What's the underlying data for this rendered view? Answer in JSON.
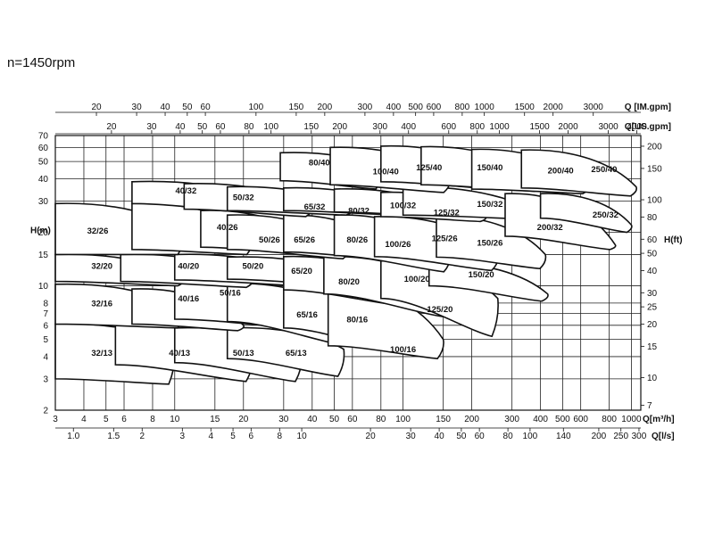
{
  "chart_data": {
    "type": "area",
    "title": "n=1450rpm",
    "left_axis_label": "H(m)",
    "right_axis_label": "H(ft)",
    "bottom_axis_label": "Q[m³/h]",
    "bottom2_axis_label": "Q[l/s]",
    "top_axis_label": "Q [IM.gpm]",
    "top2_axis_label": "Q[US.gpm]",
    "scale": "log-log",
    "xlim": [
      3,
      1100
    ],
    "ylim": [
      2,
      70
    ],
    "grid": true,
    "h_ticks": [
      2,
      3,
      4,
      5,
      6,
      7,
      8,
      10,
      15,
      20,
      30,
      40,
      50,
      60,
      70
    ],
    "q_m3h_ticks": [
      3,
      4,
      5,
      6,
      8,
      10,
      15,
      20,
      30,
      40,
      50,
      60,
      80,
      100,
      150,
      200,
      300,
      400,
      500,
      600,
      800,
      1000
    ],
    "q_ls_ticks": [
      1.0,
      1.5,
      2,
      3,
      4,
      5,
      6,
      8,
      10,
      20,
      30,
      40,
      50,
      60,
      80,
      100,
      140,
      200,
      250,
      300
    ],
    "q_im_gpm_ticks": [
      20,
      30,
      40,
      50,
      60,
      100,
      150,
      200,
      300,
      400,
      500,
      600,
      800,
      1000,
      1500,
      2000,
      3000
    ],
    "q_us_gpm_ticks": [
      20,
      30,
      40,
      50,
      60,
      80,
      100,
      150,
      200,
      300,
      400,
      600,
      800,
      1000,
      1500,
      2000,
      3000,
      4000
    ],
    "h_ft_ticks": [
      7,
      10,
      15,
      20,
      25,
      30,
      40,
      50,
      60,
      80,
      100,
      150,
      200
    ],
    "regions": [
      {
        "label": "32/13",
        "q": [
          3,
          10
        ],
        "h_top": [
          6.1,
          4.6
        ],
        "h_bot": [
          3.0,
          2.8
        ],
        "lq": 4.8,
        "lh": 4.2
      },
      {
        "label": "40/13",
        "q": [
          5.5,
          22
        ],
        "h_top": [
          6.0,
          4.3
        ],
        "h_bot": [
          3.6,
          2.9
        ],
        "lq": 10.5,
        "lh": 4.2
      },
      {
        "label": "50/13",
        "q": [
          10,
          36
        ],
        "h_top": [
          5.8,
          4.3
        ],
        "h_bot": [
          3.7,
          2.9
        ],
        "lq": 20,
        "lh": 4.2
      },
      {
        "label": "65/13",
        "q": [
          17,
          55
        ],
        "h_top": [
          5.8,
          4.4
        ],
        "h_bot": [
          3.9,
          3.1
        ],
        "lq": 34,
        "lh": 4.2
      },
      {
        "label": "32/16",
        "q": [
          3,
          11
        ],
        "h_top": [
          10.2,
          7.2
        ],
        "h_bot": [
          6.1,
          5.8
        ],
        "lq": 4.8,
        "lh": 8.0
      },
      {
        "label": "40/16",
        "q": [
          6.5,
          20
        ],
        "h_top": [
          9.6,
          6.0
        ],
        "h_bot": [
          6.1,
          5.6
        ],
        "lq": 11.5,
        "lh": 8.5
      },
      {
        "label": "50/16",
        "q": [
          10,
          36
        ],
        "h_top": [
          10.3,
          7.0
        ],
        "h_bot": [
          6.5,
          5.8
        ],
        "lq": 17.5,
        "lh": 9.2
      },
      {
        "label": "65/16",
        "q": [
          17,
          60
        ],
        "h_top": [
          10.3,
          6.7
        ],
        "h_bot": [
          6.3,
          4.6
        ],
        "lq": 38,
        "lh": 6.9
      },
      {
        "label": "80/16",
        "q": [
          30,
          90
        ],
        "h_top": [
          10.0,
          6.0
        ],
        "h_bot": [
          5.8,
          4.4
        ],
        "lq": 63,
        "lh": 6.5
      },
      {
        "label": "100/16",
        "q": [
          47,
          150
        ],
        "h_top": [
          10.0,
          5.0
        ],
        "h_bot": [
          4.6,
          3.9
        ],
        "lq": 100,
        "lh": 4.4
      },
      {
        "label": "32/20",
        "q": [
          3,
          11
        ],
        "h_top": [
          15.0,
          11.0
        ],
        "h_bot": [
          10.6,
          10.0
        ],
        "lq": 4.8,
        "lh": 13.0
      },
      {
        "label": "40/20",
        "q": [
          5.8,
          22
        ],
        "h_top": [
          15.0,
          11.0
        ],
        "h_bot": [
          10.6,
          9.8
        ],
        "lq": 11.5,
        "lh": 13.0
      },
      {
        "label": "50/20",
        "q": [
          10,
          38
        ],
        "h_top": [
          15.0,
          11.3
        ],
        "h_bot": [
          10.8,
          10.0
        ],
        "lq": 22,
        "lh": 13.0
      },
      {
        "label": "65/20",
        "q": [
          17,
          58
        ],
        "h_top": [
          14.5,
          11.5
        ],
        "h_bot": [
          10.9,
          10.0
        ],
        "lq": 36,
        "lh": 12.2
      },
      {
        "label": "80/20",
        "q": [
          30,
          100
        ],
        "h_top": [
          14.6,
          9.5
        ],
        "h_bot": [
          9.5,
          7.8
        ],
        "lq": 58,
        "lh": 10.6
      },
      {
        "label": "100/20",
        "q": [
          45,
          160
        ],
        "h_top": [
          14.6,
          9.0
        ],
        "h_bot": [
          9.0,
          6.7
        ],
        "lq": 115,
        "lh": 11.0
      },
      {
        "label": "125/20",
        "q": [
          80,
          260
        ],
        "h_top": [
          13.8,
          8.5
        ],
        "h_bot": [
          8.5,
          5.2
        ],
        "lq": 145,
        "lh": 7.4
      },
      {
        "label": "150/20",
        "q": [
          130,
          430
        ],
        "h_top": [
          13.5,
          9.0
        ],
        "h_bot": [
          10.0,
          8.2
        ],
        "lq": 220,
        "lh": 11.6
      },
      {
        "label": "32/26",
        "q": [
          3,
          11
        ],
        "h_top": [
          29.0,
          20.0
        ],
        "h_bot": [
          15.0,
          15.0
        ],
        "lq": 4.6,
        "lh": 20.5
      },
      {
        "label": "40/26",
        "q": [
          6.5,
          22
        ],
        "h_top": [
          29.0,
          19.5
        ],
        "h_bot": [
          16.0,
          15.0
        ],
        "lq": 17,
        "lh": 21.5
      },
      {
        "label": "50/26",
        "q": [
          13,
          40
        ],
        "h_top": [
          26.5,
          17.5
        ],
        "h_bot": [
          16.5,
          15.0
        ],
        "lq": 26,
        "lh": 18.2
      },
      {
        "label": "65/26",
        "q": [
          17,
          58
        ],
        "h_top": [
          25.0,
          16.5
        ],
        "h_bot": [
          16.0,
          14.2
        ],
        "lq": 37,
        "lh": 18.2
      },
      {
        "label": "80/26",
        "q": [
          30,
          90
        ],
        "h_top": [
          25.0,
          15.5
        ],
        "h_bot": [
          15.5,
          14.0
        ],
        "lq": 63,
        "lh": 18.2
      },
      {
        "label": "100/26",
        "q": [
          50,
          160
        ],
        "h_top": [
          25.0,
          15.0
        ],
        "h_bot": [
          14.8,
          12.0
        ],
        "lq": 95,
        "lh": 17.2
      },
      {
        "label": "125/26",
        "q": [
          75,
          260
        ],
        "h_top": [
          24.5,
          15.0
        ],
        "h_bot": [
          14.6,
          12.2
        ],
        "lq": 152,
        "lh": 18.6
      },
      {
        "label": "150/26",
        "q": [
          140,
          420
        ],
        "h_top": [
          24.5,
          15.0
        ],
        "h_bot": [
          14.5,
          12.5
        ],
        "lq": 240,
        "lh": 17.5
      },
      {
        "label": "40/32",
        "q": [
          6.5,
          22
        ],
        "h_top": [
          38.5,
          32.0
        ],
        "h_bot": [
          29.0,
          26.0
        ],
        "lq": 11.2,
        "lh": 34.5
      },
      {
        "label": "50/32",
        "q": [
          11,
          40
        ],
        "h_top": [
          37.5,
          28.0
        ],
        "h_bot": [
          27.0,
          24.5
        ],
        "lq": 20,
        "lh": 31.5
      },
      {
        "label": "65/32",
        "q": [
          17,
          60
        ],
        "h_top": [
          36.0,
          27.0
        ],
        "h_bot": [
          26.5,
          25.0
        ],
        "lq": 41,
        "lh": 28.0
      },
      {
        "label": "80/32",
        "q": [
          30,
          100
        ],
        "h_top": [
          35.5,
          26.5
        ],
        "h_bot": [
          26.5,
          25.0
        ],
        "lq": 64,
        "lh": 26.5
      },
      {
        "label": "100/32",
        "q": [
          50,
          160
        ],
        "h_top": [
          35.0,
          26.0
        ],
        "h_bot": [
          26.0,
          24.5
        ],
        "lq": 100,
        "lh": 28.5
      },
      {
        "label": "125/32",
        "q": [
          80,
          230
        ],
        "h_top": [
          33.5,
          24.5
        ],
        "h_bot": [
          24.5,
          23.0
        ],
        "lq": 155,
        "lh": 26.0
      },
      {
        "label": "150/32",
        "q": [
          100,
          450
        ],
        "h_top": [
          36.0,
          23.0
        ],
        "h_bot": [
          25.0,
          23.5
        ],
        "lq": 240,
        "lh": 29.0
      },
      {
        "label": "200/32",
        "q": [
          280,
          850
        ],
        "h_top": [
          33.0,
          17.0
        ],
        "h_bot": [
          19.0,
          16.0
        ],
        "lq": 440,
        "lh": 21.5
      },
      {
        "label": "250/32",
        "q": [
          400,
          1000
        ],
        "h_top": [
          33.0,
          22.0
        ],
        "h_bot": [
          24.0,
          20.0
        ],
        "lq": 770,
        "lh": 25.2
      },
      {
        "label": "80/40",
        "q": [
          29,
          80
        ],
        "h_top": [
          56.0,
          45.5
        ],
        "h_bot": [
          39.0,
          35.0
        ],
        "lq": 43,
        "lh": 49.5
      },
      {
        "label": "100/40",
        "q": [
          48,
          160
        ],
        "h_top": [
          60.0,
          40.0
        ],
        "h_bot": [
          37.0,
          33.5
        ],
        "lq": 84,
        "lh": 44.0
      },
      {
        "label": "125/40",
        "q": [
          80,
          270
        ],
        "h_top": [
          61.0,
          40.0
        ],
        "h_bot": [
          38.5,
          35.0
        ],
        "lq": 130,
        "lh": 46.5
      },
      {
        "label": "150/40",
        "q": [
          120,
          400
        ],
        "h_top": [
          60.5,
          38.5
        ],
        "h_bot": [
          37.0,
          34.0
        ],
        "lq": 240,
        "lh": 46.5
      },
      {
        "label": "200/40",
        "q": [
          200,
          650
        ],
        "h_top": [
          58.5,
          36.5
        ],
        "h_bot": [
          35.0,
          33.0
        ],
        "lq": 490,
        "lh": 44.5
      },
      {
        "label": "250/40",
        "q": [
          330,
          1050
        ],
        "h_top": [
          58.0,
          36.0
        ],
        "h_bot": [
          35.5,
          32.0
        ],
        "lq": 760,
        "lh": 45.5
      }
    ]
  }
}
